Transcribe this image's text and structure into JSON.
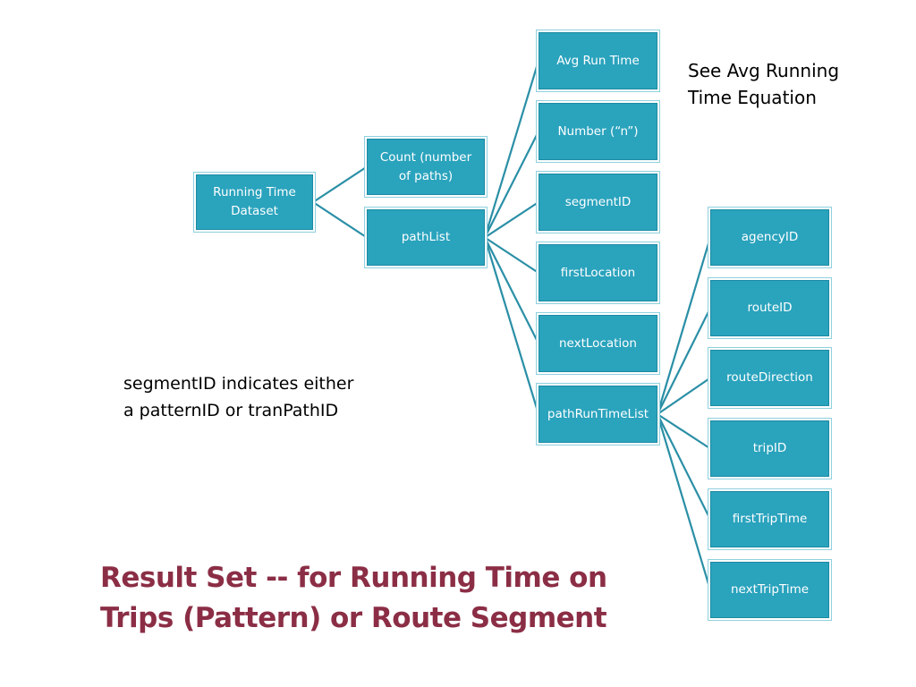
{
  "diagram": {
    "root": "Running Time\nDataset",
    "level1": [
      "Count (number\nof paths)",
      "pathList"
    ],
    "level2": [
      "Avg Run Time",
      "Number (“n”)",
      "segmentID",
      "firstLocation",
      "nextLocation",
      "pathRunTimeList"
    ],
    "level3": [
      "agencyID",
      "routeID",
      "routeDirection",
      "tripID",
      "firstTripTime",
      "nextTripTime"
    ]
  },
  "notes": {
    "avg_equation": "See Avg Running\nTime Equation",
    "segment_note": "segmentID indicates either\na patternID or tranPathID"
  },
  "title": "Result Set -- for Running Time on\nTrips (Pattern) or Route Segment",
  "colors": {
    "node_fill": "#2aa3bd",
    "connector": "#2a8fa6",
    "title": "#8b2e45"
  }
}
